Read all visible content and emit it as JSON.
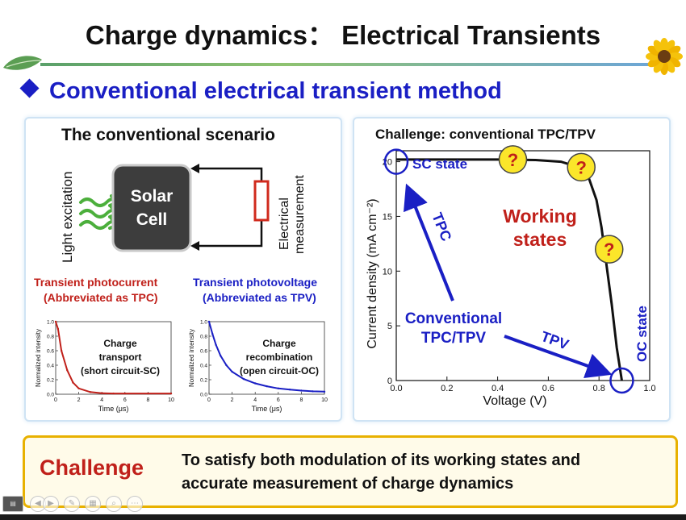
{
  "slide": {
    "title": "Charge dynamics：  Electrical Transients",
    "heading": "Conventional electrical transient method"
  },
  "left_panel": {
    "title": "The conventional scenario",
    "light_label": "Light excitation",
    "cell_line1": "Solar",
    "cell_line2": "Cell",
    "measure_line1": "Electrical",
    "measure_line2": "measurement",
    "tpc_title": "Transient photocurrent",
    "tpc_abbrev": "(Abbreviated as TPC)",
    "tpv_title": "Transient photovoltage",
    "tpv_abbrev": "(Abbreviated as TPV)",
    "tpc_note": [
      "Charge",
      "transport",
      "(short circuit-SC)"
    ],
    "tpv_note": [
      "Charge",
      "recombination",
      "(open circuit-OC)"
    ]
  },
  "right_panel": {
    "title": "Challenge: conventional TPC/TPV",
    "sc_label": "SC state",
    "oc_label": "OC state",
    "working_line1": "Working",
    "working_line2": "states",
    "tpc_arrow_label": "TPC",
    "tpv_arrow_label": "TPV",
    "conventional_line1": "Conventional",
    "conventional_line2": "TPC/TPV",
    "question_mark": "?"
  },
  "challenge": {
    "label": "Challenge",
    "line1": "To satisfy both modulation of its working states and",
    "line2": "accurate measurement of charge dynamics"
  },
  "colors": {
    "title_blue": "#1a1fc4",
    "red": "#c0201a",
    "tpc_curve": "#c0201a",
    "tpv_curve": "#1a1fc4",
    "gold": "#e8b100"
  },
  "chart_data": [
    {
      "type": "line",
      "title": "",
      "xlabel": "Time (μs)",
      "ylabel": "Normalized intensity",
      "xlim": [
        0,
        10
      ],
      "ylim": [
        0,
        1.0
      ],
      "xticks": [
        0,
        2,
        4,
        6,
        8,
        10
      ],
      "yticks": [
        0.0,
        0.2,
        0.4,
        0.6,
        0.8,
        1.0
      ],
      "series": [
        {
          "x": [
            0,
            0.2,
            0.5,
            1,
            1.5,
            2,
            3,
            4,
            5,
            6,
            8,
            10
          ],
          "y": [
            1.0,
            0.9,
            0.6,
            0.33,
            0.16,
            0.08,
            0.03,
            0.015,
            0.01,
            0.01,
            0.01,
            0.01
          ]
        }
      ]
    },
    {
      "type": "line",
      "title": "",
      "xlabel": "Time (μs)",
      "ylabel": "Normalized intensity",
      "xlim": [
        0,
        10
      ],
      "ylim": [
        0,
        1.0
      ],
      "xticks": [
        0,
        2,
        4,
        6,
        8,
        10
      ],
      "yticks": [
        0.0,
        0.2,
        0.4,
        0.6,
        0.8,
        1.0
      ],
      "series": [
        {
          "x": [
            0,
            0.3,
            0.6,
            1,
            1.5,
            2,
            3,
            4,
            5,
            6,
            7,
            8,
            9,
            10
          ],
          "y": [
            1.0,
            0.83,
            0.68,
            0.53,
            0.4,
            0.31,
            0.21,
            0.15,
            0.11,
            0.08,
            0.065,
            0.05,
            0.04,
            0.035
          ]
        }
      ]
    },
    {
      "type": "line",
      "title": "",
      "xlabel": "Voltage (V)",
      "ylabel": "Current density (mA cm⁻²)",
      "xlim": [
        0,
        1.0
      ],
      "ylim": [
        0,
        21
      ],
      "xticks": [
        0.0,
        0.2,
        0.4,
        0.6,
        0.8,
        1.0
      ],
      "yticks": [
        0,
        5,
        10,
        15,
        20
      ],
      "series": [
        {
          "x": [
            0,
            0.2,
            0.4,
            0.55,
            0.65,
            0.72,
            0.76,
            0.79,
            0.81,
            0.83,
            0.85,
            0.87,
            0.89
          ],
          "y": [
            20.2,
            20.2,
            20.2,
            20.15,
            20.0,
            19.5,
            18.5,
            16.5,
            14.0,
            10.5,
            7.0,
            3.0,
            0
          ]
        }
      ]
    }
  ]
}
